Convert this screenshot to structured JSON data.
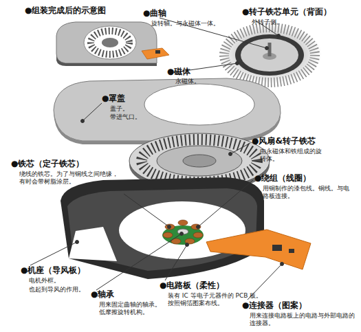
{
  "diagram": {
    "labels": [
      "●组装完成后的示意图",
      "●曲轴",
      "旋转轴。与永磁体一体。",
      "●转子铁芯单元（背面）",
      "外转子侧。",
      "●磁体",
      "永磁体。",
      "●罩盖",
      "盖子。",
      "带进气口。",
      "●风扇&转子铁芯",
      "由永磁体和铁组成的旋转体。",
      "●铁芯（定子铁芯）",
      "绕线的铁芯。为了与铜线之间绝缘，有时会带树脂涂层。",
      "●绕组（线圈）",
      "用铜制作的漆包线。铜线。与电路板连接。",
      "●机座（导风板）",
      "电机外框。",
      "也起到导风的作用。",
      "●轴承",
      "用来固定曲轴的轴承。低摩擦旋转机构。",
      "●电路板（柔性）",
      "装有 IC 等电子元器件的 PCB 板。按照铜箔图案布线。",
      "●连接器（图案）",
      "用来连接电路板上的电路与外部电路的连接器。"
    ]
  }
}
